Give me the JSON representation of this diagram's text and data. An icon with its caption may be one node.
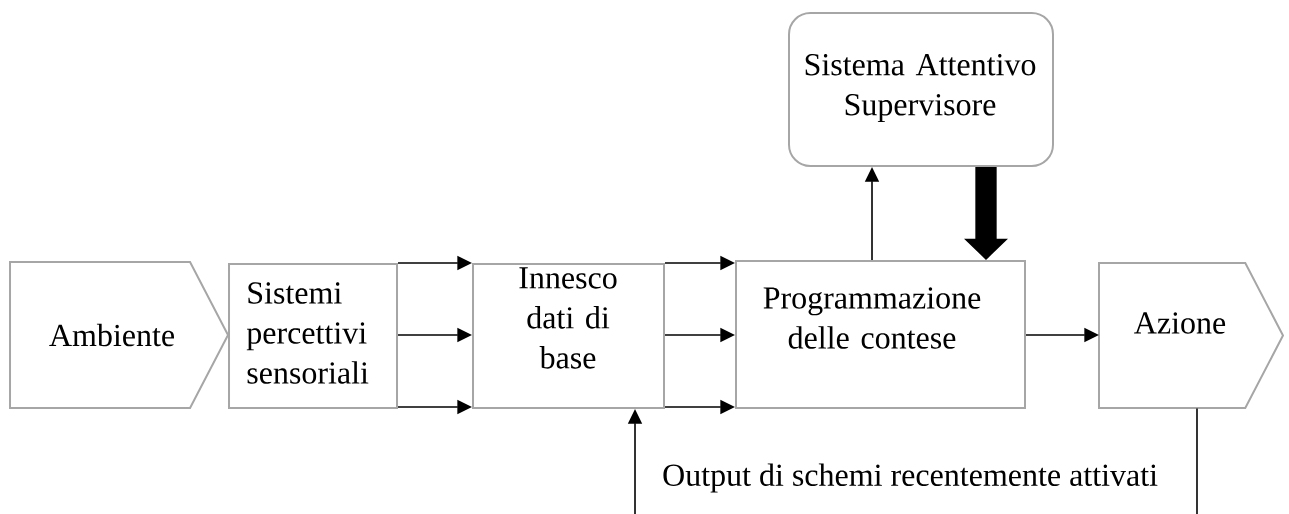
{
  "diagram": {
    "nodes": [
      {
        "text": [
          "Ambiente"
        ]
      },
      {
        "text": [
          "Sistemi percettivi sensoriali"
        ]
      },
      {
        "text": [
          "Innesco dati di base"
        ]
      },
      {
        "text": [
          "Programmazione delle contese"
        ]
      },
      {
        "text": [
          "Sistema Attentivo Supervisore"
        ]
      },
      {
        "text": [
          "Azione"
        ]
      }
    ],
    "edges": [
      {
        "from": 1,
        "to": 2,
        "arrow": "to"
      },
      {
        "from": 1,
        "to": 2,
        "arrow": "to"
      },
      {
        "from": 1,
        "to": 2,
        "arrow": "to"
      },
      {
        "from": 2,
        "to": 3,
        "arrow": "to"
      },
      {
        "from": 2,
        "to": 3,
        "arrow": "to"
      },
      {
        "from": 2,
        "to": 3,
        "arrow": "to"
      },
      {
        "from": 3,
        "to": 5,
        "arrow": "to"
      },
      {
        "from": 3,
        "to": 4,
        "arrow": "to"
      },
      {
        "from": 4,
        "to": 3,
        "arrow": "to",
        "style": "thick"
      },
      {
        "from": 5,
        "to": 2,
        "arrow": "to",
        "label": "Output di schemi recentemente attivati"
      }
    ]
  }
}
